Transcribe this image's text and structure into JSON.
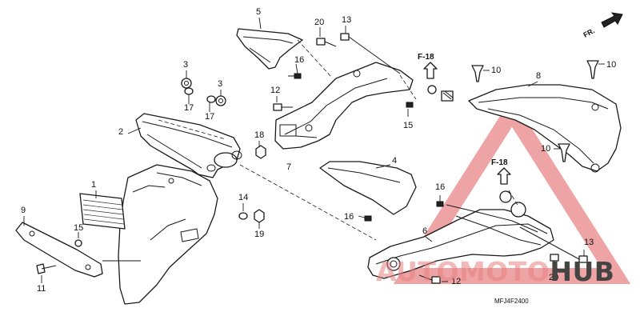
{
  "diagram": {
    "orientation_label": "FR.",
    "drawing_code": "MFJ4F2400",
    "reference_labels": [
      "F-18",
      "F-18"
    ],
    "watermark": {
      "brand_part1": "AUTOMOTO",
      "brand_part2": "HUB",
      "color_primary": "#e88080",
      "color_secondary": "#444444"
    },
    "callouts": [
      "1",
      "2",
      "3",
      "3",
      "4",
      "5",
      "6",
      "7",
      "8",
      "9",
      "10",
      "10",
      "10",
      "11",
      "12",
      "12",
      "13",
      "13",
      "14",
      "15",
      "15",
      "16",
      "16",
      "16",
      "17",
      "17",
      "18",
      "19",
      "20",
      "20"
    ]
  }
}
